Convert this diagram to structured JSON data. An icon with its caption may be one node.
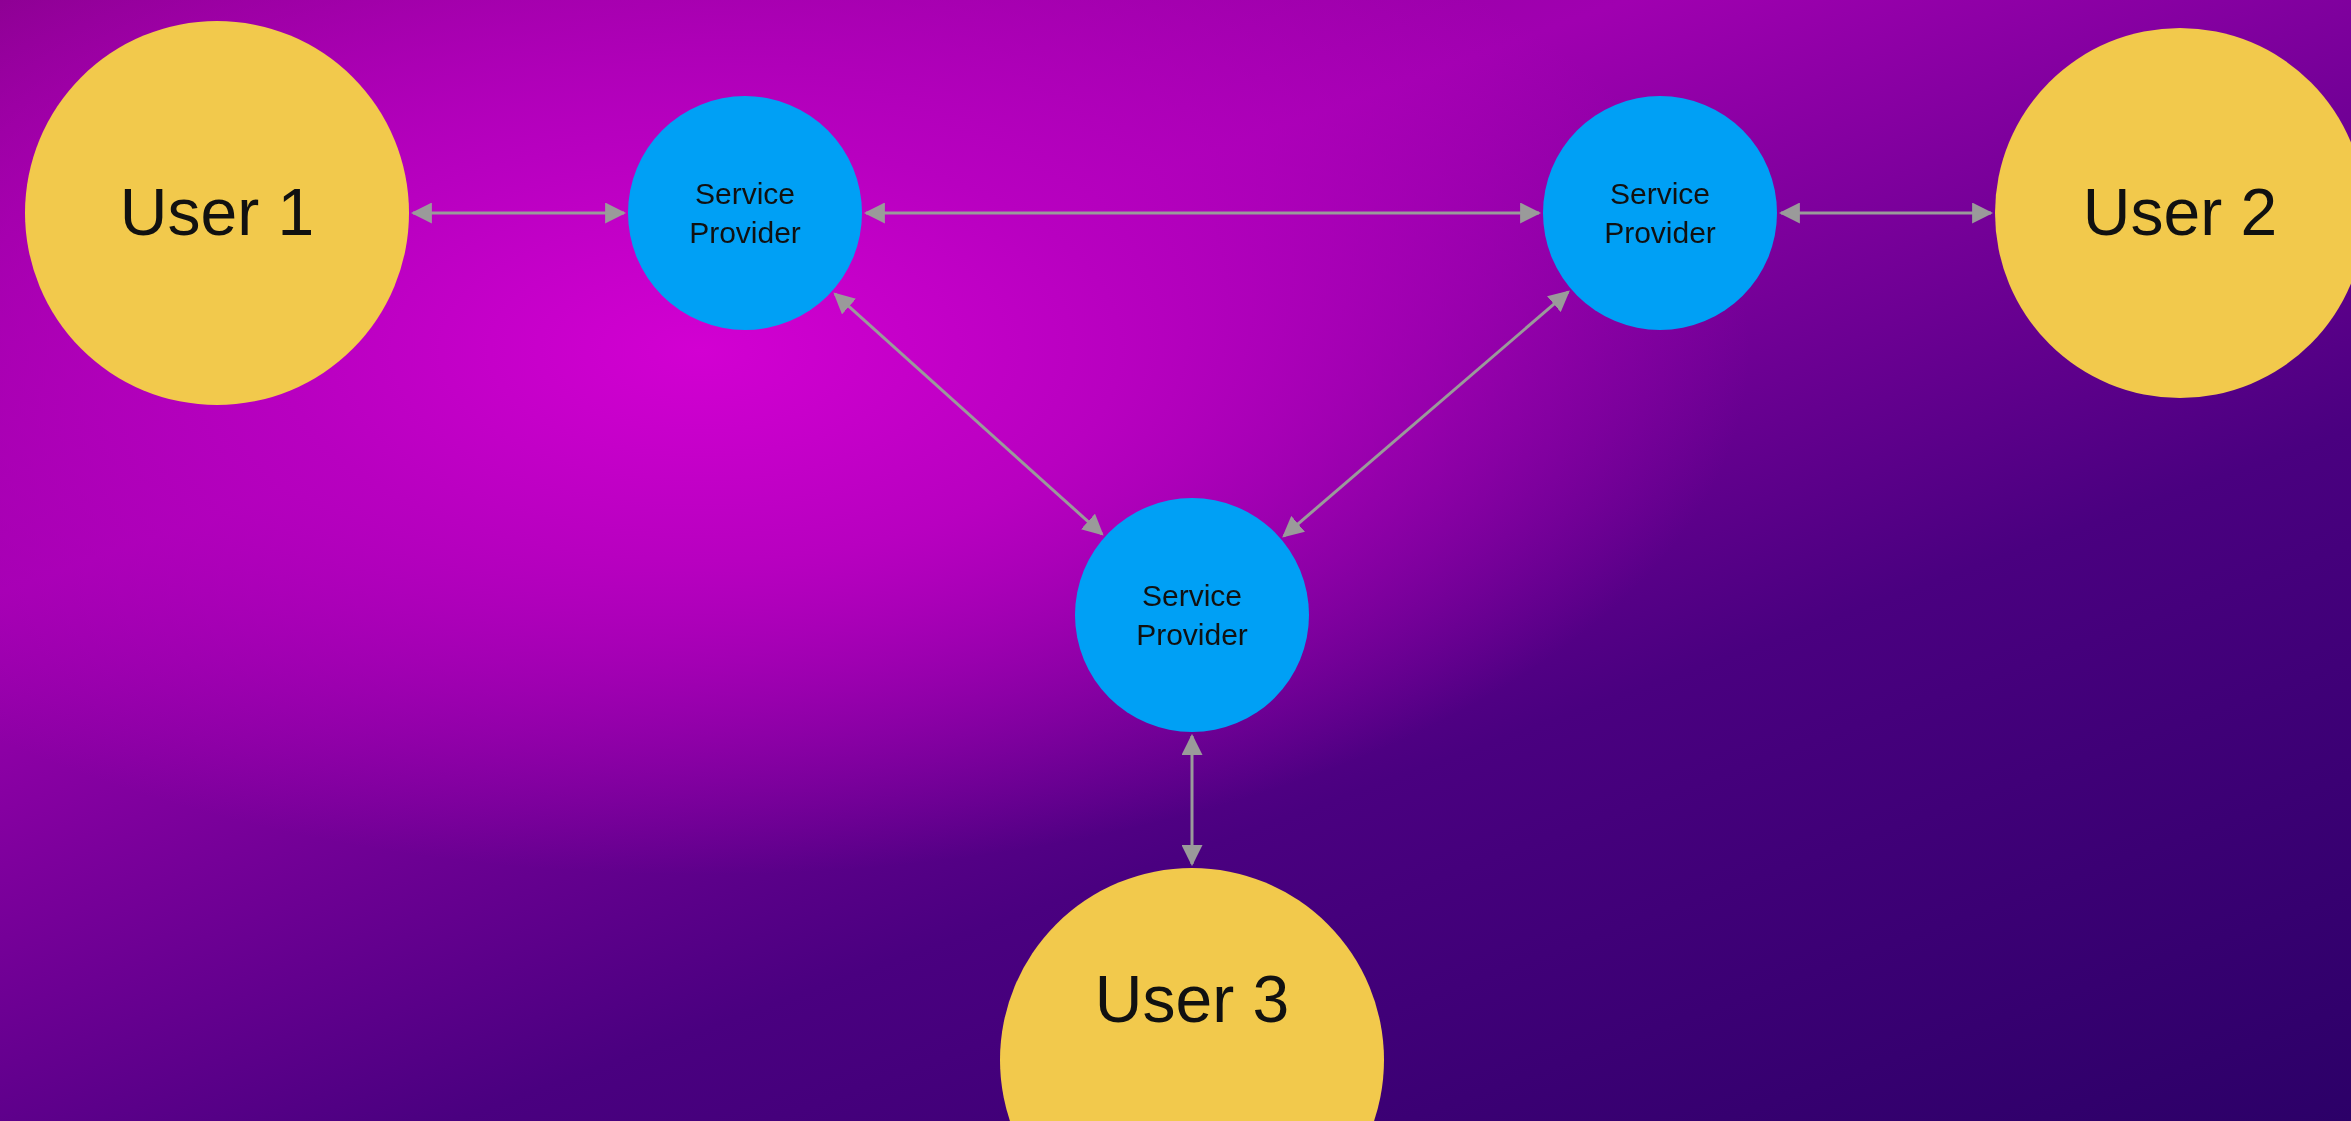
{
  "diagram": {
    "nodes": [
      {
        "text": [
          "User 1"
        ]
      },
      {
        "text": [
          "Service Provider"
        ]
      },
      {
        "text": [
          "Service Provider"
        ]
      },
      {
        "text": [
          "User 2"
        ]
      },
      {
        "text": [
          "Service Provider"
        ]
      },
      {
        "text": [
          "User 3"
        ]
      }
    ],
    "edges": [
      {
        "from": 0,
        "to": 1,
        "arrow": "both"
      },
      {
        "from": 1,
        "to": 2,
        "arrow": "both"
      },
      {
        "from": 2,
        "to": 3,
        "arrow": "both"
      },
      {
        "from": 1,
        "to": 4,
        "arrow": "both"
      },
      {
        "from": 2,
        "to": 4,
        "arrow": "both"
      },
      {
        "from": 4,
        "to": 5,
        "arrow": "both"
      }
    ]
  }
}
